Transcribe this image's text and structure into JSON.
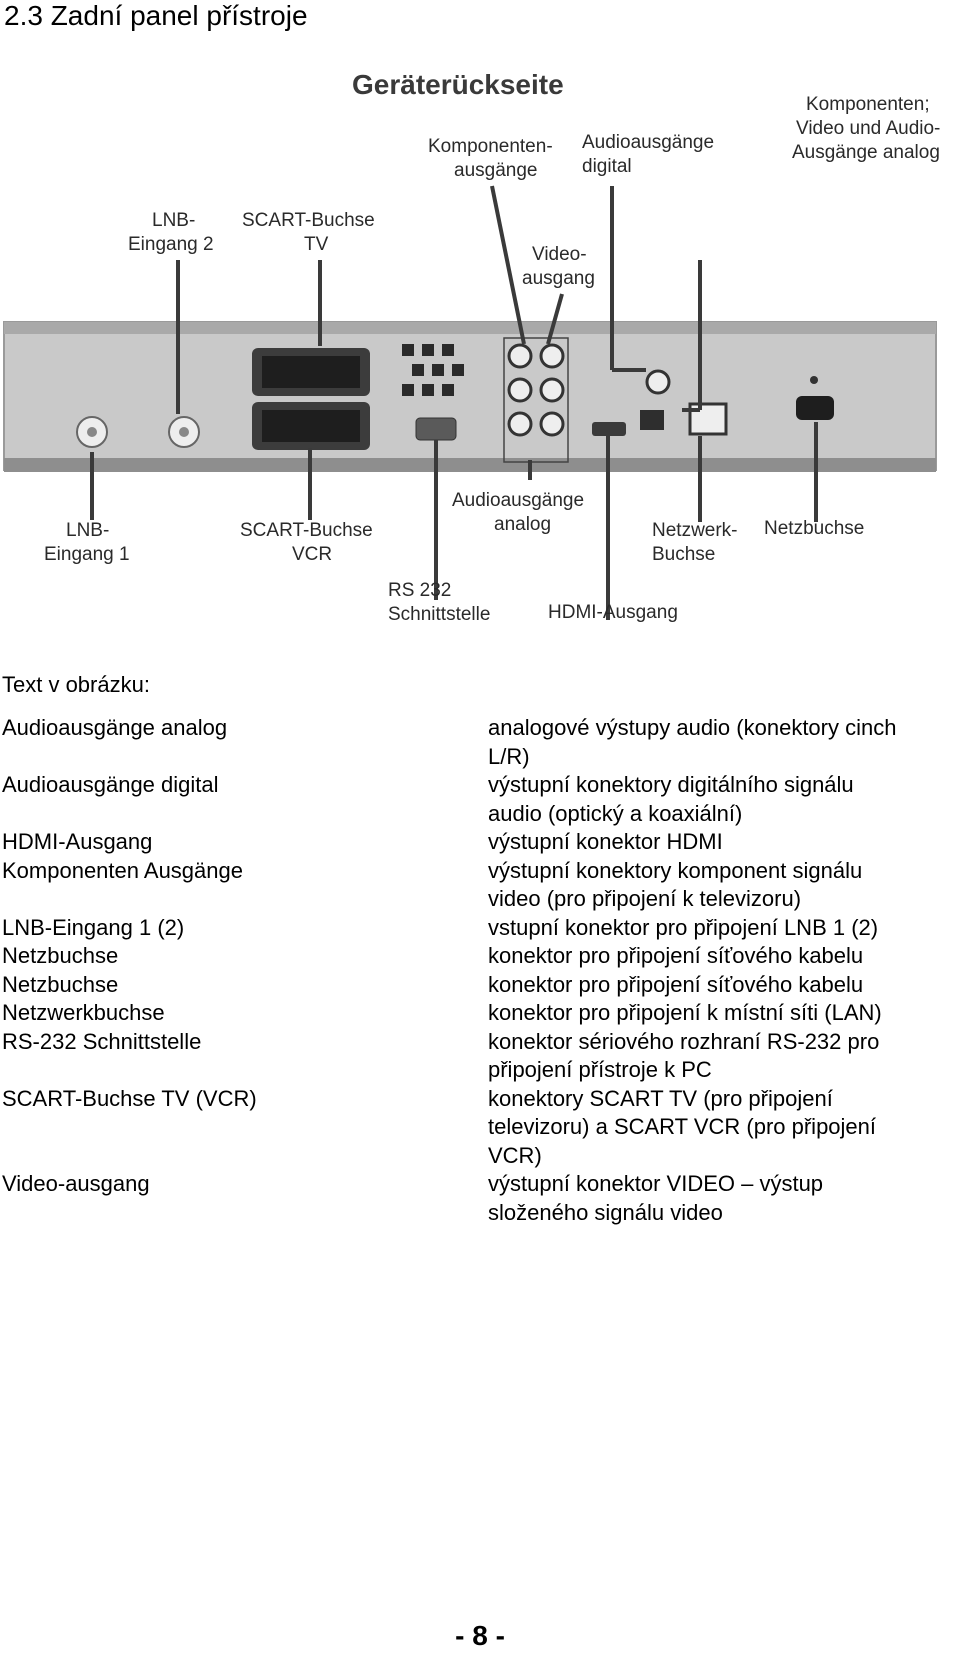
{
  "section_title": "2.3  Zadní panel přístroje",
  "figure": {
    "title": "Geräterückseite",
    "labels": {
      "lnb2_l1": "LNB-",
      "lnb2_l2": "Eingang 2",
      "scart_tv_l1": "SCART-Buchse",
      "scart_tv_l2": "TV",
      "komp_l1": "Komponenten-",
      "komp_l2": "ausgänge",
      "audio_dig_l1": "Audioausgänge",
      "audio_dig_l2": "digital",
      "video_l1": "Video-",
      "video_l2": "ausgang",
      "komp_av_l1": "Komponenten;",
      "komp_av_l2": "Video und Audio-",
      "komp_av_l3": "Ausgänge analog",
      "lnb1_l1": "LNB-",
      "lnb1_l2": "Eingang 1",
      "scart_vcr_l1": "SCART-Buchse",
      "scart_vcr_l2": "VCR",
      "audio_an_l1": "Audioausgänge",
      "audio_an_l2": "analog",
      "netzwerk_l1": "Netzwerk-",
      "netzwerk_l2": "Buchse",
      "netzbuchse": "Netzbuchse",
      "rs232_l1": "RS 232",
      "rs232_l2": "Schnittstelle",
      "hdmi": "HDMI-Ausgang"
    }
  },
  "caption": "Text v obrázku:",
  "glossary": [
    {
      "term": "Audioausgänge analog",
      "def_lines": [
        "analogové výstupy audio (konektory cinch",
        "L/R)"
      ]
    },
    {
      "term": "Audioausgänge digital",
      "def_lines": [
        "výstupní konektory digitálního signálu",
        "audio (optický a koaxiální)"
      ]
    },
    {
      "term": "HDMI-Ausgang",
      "def_lines": [
        "výstupní konektor HDMI"
      ]
    },
    {
      "term": "Komponenten Ausgänge",
      "def_lines": [
        "výstupní konektory komponent signálu",
        "video (pro připojení k televizoru)"
      ]
    },
    {
      "term": "LNB-Eingang 1 (2)",
      "def_lines": [
        "vstupní konektor pro připojení LNB 1 (2)"
      ]
    },
    {
      "term": "Netzbuchse",
      "def_lines": [
        "konektor pro připojení síťového kabelu"
      ]
    },
    {
      "term": "Netzbuchse",
      "def_lines": [
        "konektor pro připojení síťového kabelu"
      ]
    },
    {
      "term": "Netzwerkbuchse",
      "def_lines": [
        "konektor pro připojení k místní síti (LAN)"
      ]
    },
    {
      "term": "RS-232 Schnittstelle",
      "def_lines": [
        "konektor sériového rozhraní RS-232 pro",
        "připojení přístroje k PC"
      ]
    },
    {
      "term": "SCART-Buchse TV (VCR)",
      "def_lines": [
        "konektory SCART TV (pro připojení",
        "televizoru) a SCART VCR (pro připojení",
        "VCR)"
      ]
    },
    {
      "term": "Video-ausgang",
      "def_lines": [
        "výstupní konektor VIDEO – výstup",
        "složeného signálu video"
      ]
    }
  ],
  "page_number": "- 8 -",
  "colors": {
    "panel": "#c9c9c9",
    "panel_dark": "#555555",
    "line": "#3a3a3a"
  }
}
